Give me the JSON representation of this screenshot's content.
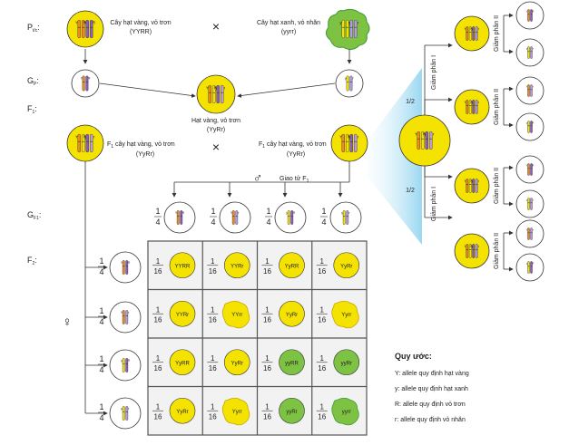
{
  "generations": {
    "p": "P",
    "p_sub": "t/c",
    "gp": "G",
    "gp_sub": "P",
    "f1": "F",
    "f1_sub": "1",
    "gf1": "G",
    "gf1_sub": "F1",
    "f2": "F",
    "f2_sub": "2",
    "colon": ":"
  },
  "parents": {
    "left_name": "Cây hạt vàng, vỏ trơn",
    "left_genotype": "(YYRR)",
    "right_name": "Cây hạt xanh, vỏ nhăn",
    "right_genotype": "(yyrr)",
    "cross": "×"
  },
  "f1": {
    "center_name": "Hạt vàng, vỏ trơn",
    "center_genotype": "(YyRr)",
    "left_prefix": "F",
    "left_prefix_sub": "1",
    "left_name": " cây hạt vàng, vỏ trơn",
    "left_genotype": "(YyRr)",
    "right_prefix": "F",
    "right_prefix_sub": "1",
    "right_name": " cây hạt vàng, vỏ trơn",
    "right_genotype": "(YyRr)",
    "cross": "×"
  },
  "gametes": {
    "male_symbol": "♂",
    "female_symbol": "♀",
    "label": "Giao tử F",
    "label_sub": "1",
    "fraction_num": "1",
    "fraction_den": "4"
  },
  "meiosis": {
    "prob": "1/2",
    "stage1": "Giảm phân I",
    "stage2": "Giảm phân II"
  },
  "punnett": {
    "fraction_num": "1",
    "fraction_den": "16",
    "cells": [
      [
        {
          "g": "YYRR",
          "c": "#f4e300",
          "s": "round"
        },
        {
          "g": "YYRr",
          "c": "#f4e300",
          "s": "round"
        },
        {
          "g": "YyRR",
          "c": "#f4e300",
          "s": "round"
        },
        {
          "g": "YyRr",
          "c": "#f4e300",
          "s": "round"
        }
      ],
      [
        {
          "g": "YYRr",
          "c": "#f4e300",
          "s": "round"
        },
        {
          "g": "YYrr",
          "c": "#f4e300",
          "s": "wrinkled"
        },
        {
          "g": "YyRr",
          "c": "#f4e300",
          "s": "round"
        },
        {
          "g": "Yyrr",
          "c": "#f4e300",
          "s": "wrinkled"
        }
      ],
      [
        {
          "g": "YyRR",
          "c": "#f4e300",
          "s": "round"
        },
        {
          "g": "YyRr",
          "c": "#f4e300",
          "s": "round"
        },
        {
          "g": "yyRR",
          "c": "#7dc242",
          "s": "round"
        },
        {
          "g": "yyRr",
          "c": "#7dc242",
          "s": "round"
        }
      ],
      [
        {
          "g": "YyRr",
          "c": "#f4e300",
          "s": "round"
        },
        {
          "g": "Yyrr",
          "c": "#f4e300",
          "s": "wrinkled"
        },
        {
          "g": "yyRr",
          "c": "#7dc242",
          "s": "round"
        },
        {
          "g": "yyrr",
          "c": "#7dc242",
          "s": "wrinkled"
        }
      ]
    ]
  },
  "legend": {
    "title": "Quy ước:",
    "items": [
      "Y: allele quy định hạt vàng",
      "y: allele quy định hạt xanh",
      "R: allele quy định vỏ trơn",
      "r: allele quy định vỏ nhăn"
    ]
  },
  "alleles": {
    "Y": "Y",
    "y": "y",
    "R": "R",
    "r": "r"
  },
  "colors": {
    "yellow": "#f4e300",
    "green": "#7dc242",
    "dark_green": "#3f9a3a",
    "orange": "#f08a1c",
    "purple": "#8a5cc4",
    "light_purple": "#b89ce0",
    "grid": "#555555",
    "grid_bg": "#f2f2f2",
    "blue_light": "#bfe6f7"
  }
}
